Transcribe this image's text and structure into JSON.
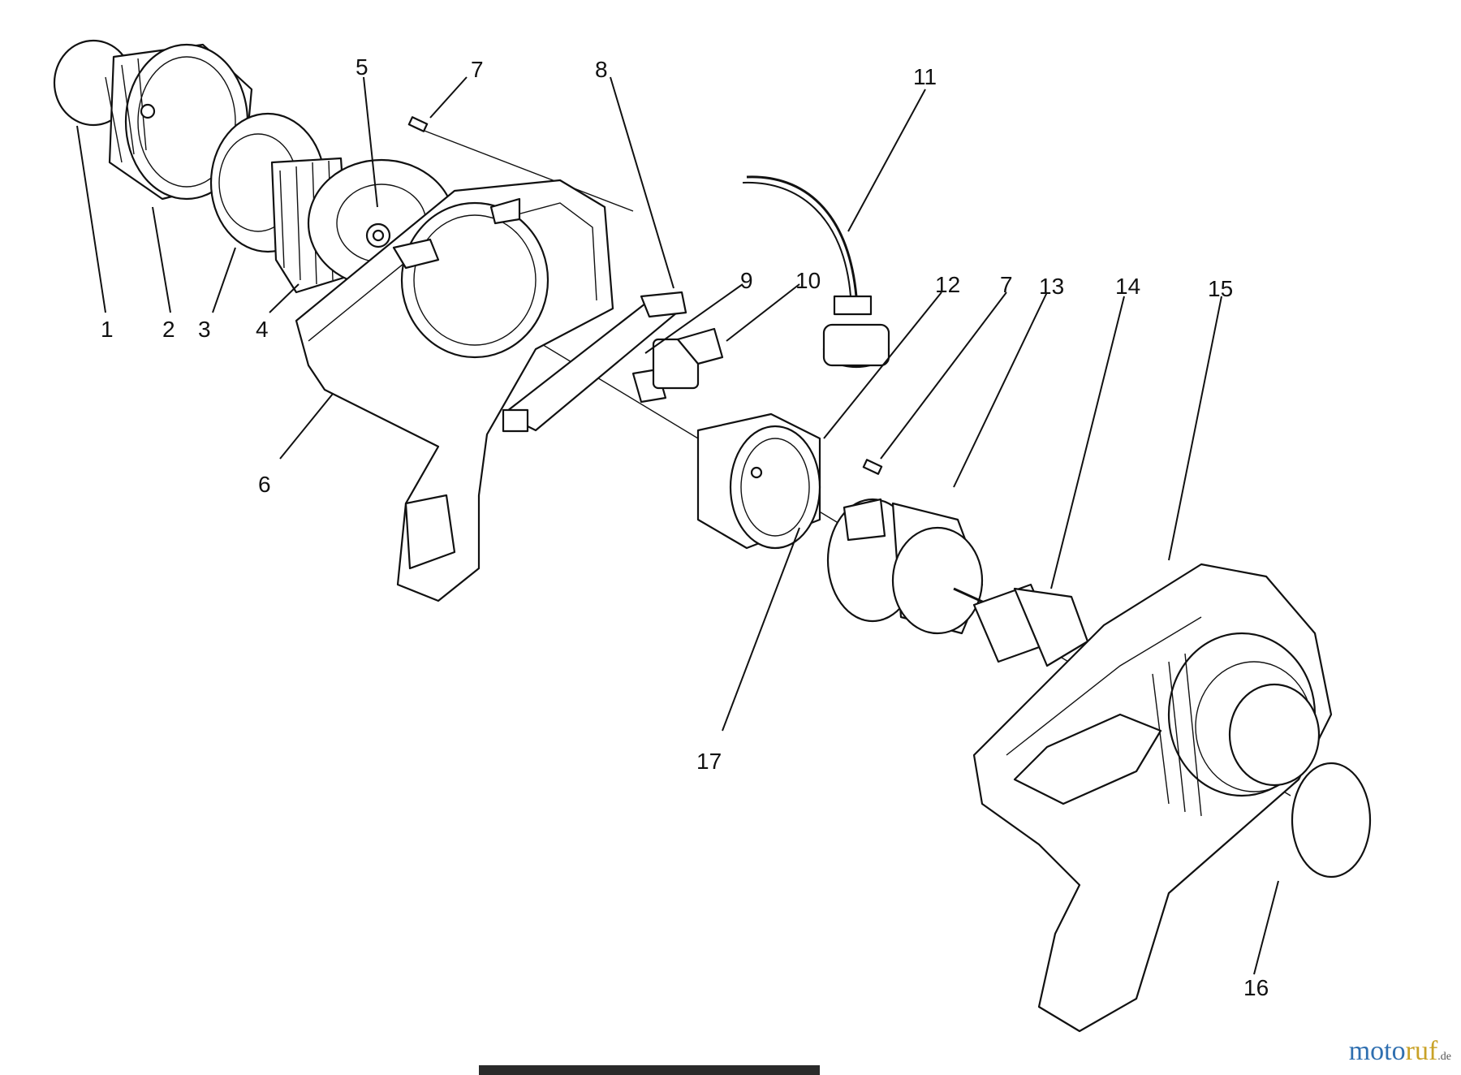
{
  "diagram": {
    "callouts": [
      "1",
      "2",
      "3",
      "4",
      "5",
      "6",
      "7",
      "8",
      "9",
      "10",
      "11",
      "12",
      "7",
      "13",
      "14",
      "15",
      "16",
      "17"
    ]
  },
  "watermark": {
    "part1": "moto",
    "part2": "ruf",
    "suffix": ".de",
    "colors": {
      "part1": "#2f6fb0",
      "part2": "#c9a227"
    }
  }
}
